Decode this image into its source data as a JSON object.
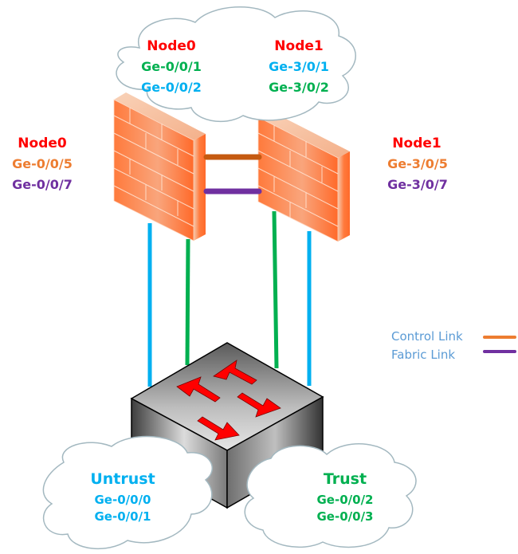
{
  "colors": {
    "node_title": "#ff0000",
    "green": "#00b050",
    "blue": "#00b0f0",
    "orange": "#ed7d31",
    "purple": "#7030a0",
    "control_link": "#c55a11",
    "fabric_link": "#7030a0",
    "legend_text": "#5b9bd5"
  },
  "top_cloud": {
    "node0": {
      "title": "Node0",
      "ports": [
        "Ge-0/0/1",
        "Ge-0/0/2"
      ]
    },
    "node1": {
      "title": "Node1",
      "ports": [
        "Ge-3/0/1",
        "Ge-3/0/2"
      ]
    }
  },
  "firewall_labels": {
    "node0": {
      "title": "Node0",
      "control_port": "Ge-0/0/5",
      "fabric_port": "Ge-0/0/7"
    },
    "node1": {
      "title": "Node1",
      "control_port": "Ge-3/0/5",
      "fabric_port": "Ge-3/0/7"
    }
  },
  "devices": {
    "firewall_left": "firewall-node0",
    "firewall_right": "firewall-node1",
    "switch": "switch"
  },
  "legend": {
    "items": [
      {
        "label": "Control Link",
        "color": "#ed7d31"
      },
      {
        "label": "Fabric Link",
        "color": "#7030a0"
      }
    ]
  },
  "zones": {
    "untrust": {
      "title": "Untrust",
      "ports": [
        "Ge-0/0/0",
        "Ge-0/0/1"
      ]
    },
    "trust": {
      "title": "Trust",
      "ports": [
        "Ge-0/0/2",
        "Ge-0/0/3"
      ]
    }
  }
}
